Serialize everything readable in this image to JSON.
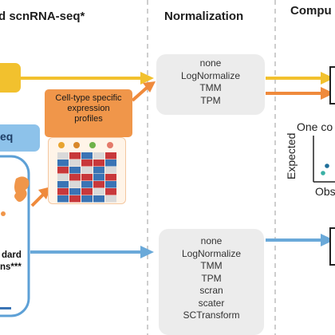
{
  "headers": {
    "left": "d scnRNA-seq*",
    "middle": "Normalization",
    "right": "Compu"
  },
  "left_panel": {
    "blue_tab_label": "eq",
    "bold_text_line1": "dard",
    "bold_text_line2": "ns***"
  },
  "profiles_box": {
    "label_line1": "Cell-type specific",
    "label_line2": "expression",
    "label_line3": "profiles"
  },
  "normalization_top": {
    "methods": [
      "none",
      "LogNormalize",
      "TMM",
      "TPM"
    ]
  },
  "normalization_bottom": {
    "methods": [
      "none",
      "LogNormalize",
      "TMM",
      "TPM",
      "scran",
      "scater",
      "SCTransform"
    ]
  },
  "right_panel": {
    "title_fragment": "One co",
    "y_axis_label": "Expected",
    "x_axis_label": "Obs"
  },
  "colors": {
    "yellow_arrow": "#f2c12e",
    "orange_arrow": "#ef8a3c",
    "blue_arrow": "#6aa9d9",
    "blue_border": "#5da0d6",
    "gray_box": "#ececec",
    "orange_box": "#f0964a"
  },
  "heatmap": {
    "colors": [
      [
        "#d9d9d9",
        "#c8383b",
        "#3a74b5",
        "#d9d9d9",
        "#c8383b"
      ],
      [
        "#3a74b5",
        "#d9d9d9",
        "#c8383b",
        "#c8383b",
        "#3a74b5"
      ],
      [
        "#c8383b",
        "#3a74b5",
        "#d9d9d9",
        "#3a74b5",
        "#d9d9d9"
      ],
      [
        "#d9d9d9",
        "#c8383b",
        "#c8383b",
        "#3a74b5",
        "#c8383b"
      ],
      [
        "#3a74b5",
        "#d9d9d9",
        "#3a74b5",
        "#c8383b",
        "#3a74b5"
      ],
      [
        "#c8383b",
        "#3a74b5",
        "#c8383b",
        "#d9d9d9",
        "#c8383b"
      ],
      [
        "#3a74b5",
        "#c8383b",
        "#3a74b5",
        "#3a74b5",
        "#d9d9d9"
      ]
    ]
  }
}
